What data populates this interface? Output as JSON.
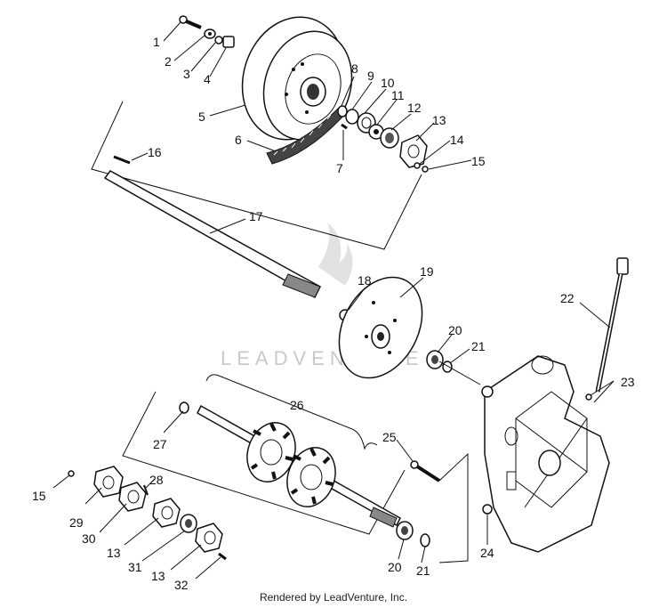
{
  "watermark": "LEADVENTURE",
  "footer": "Rendered by LeadVenture, Inc.",
  "callouts": {
    "c1": "1",
    "c2": "2",
    "c3": "3",
    "c4": "4",
    "c5": "5",
    "c6": "6",
    "c7": "7",
    "c8": "8",
    "c9": "9",
    "c10": "10",
    "c11": "11",
    "c12": "12",
    "c13a": "13",
    "c14": "14",
    "c15a": "15",
    "c16": "16",
    "c17": "17",
    "c18": "18",
    "c19": "19",
    "c20a": "20",
    "c21a": "21",
    "c22": "22",
    "c23": "23",
    "c24": "24",
    "c25": "25",
    "c26": "26",
    "c27": "27",
    "c15b": "15",
    "c28": "28",
    "c29": "29",
    "c30": "30",
    "c13b": "13",
    "c31": "31",
    "c13c": "13",
    "c32": "32",
    "c20b": "20",
    "c21b": "21"
  }
}
